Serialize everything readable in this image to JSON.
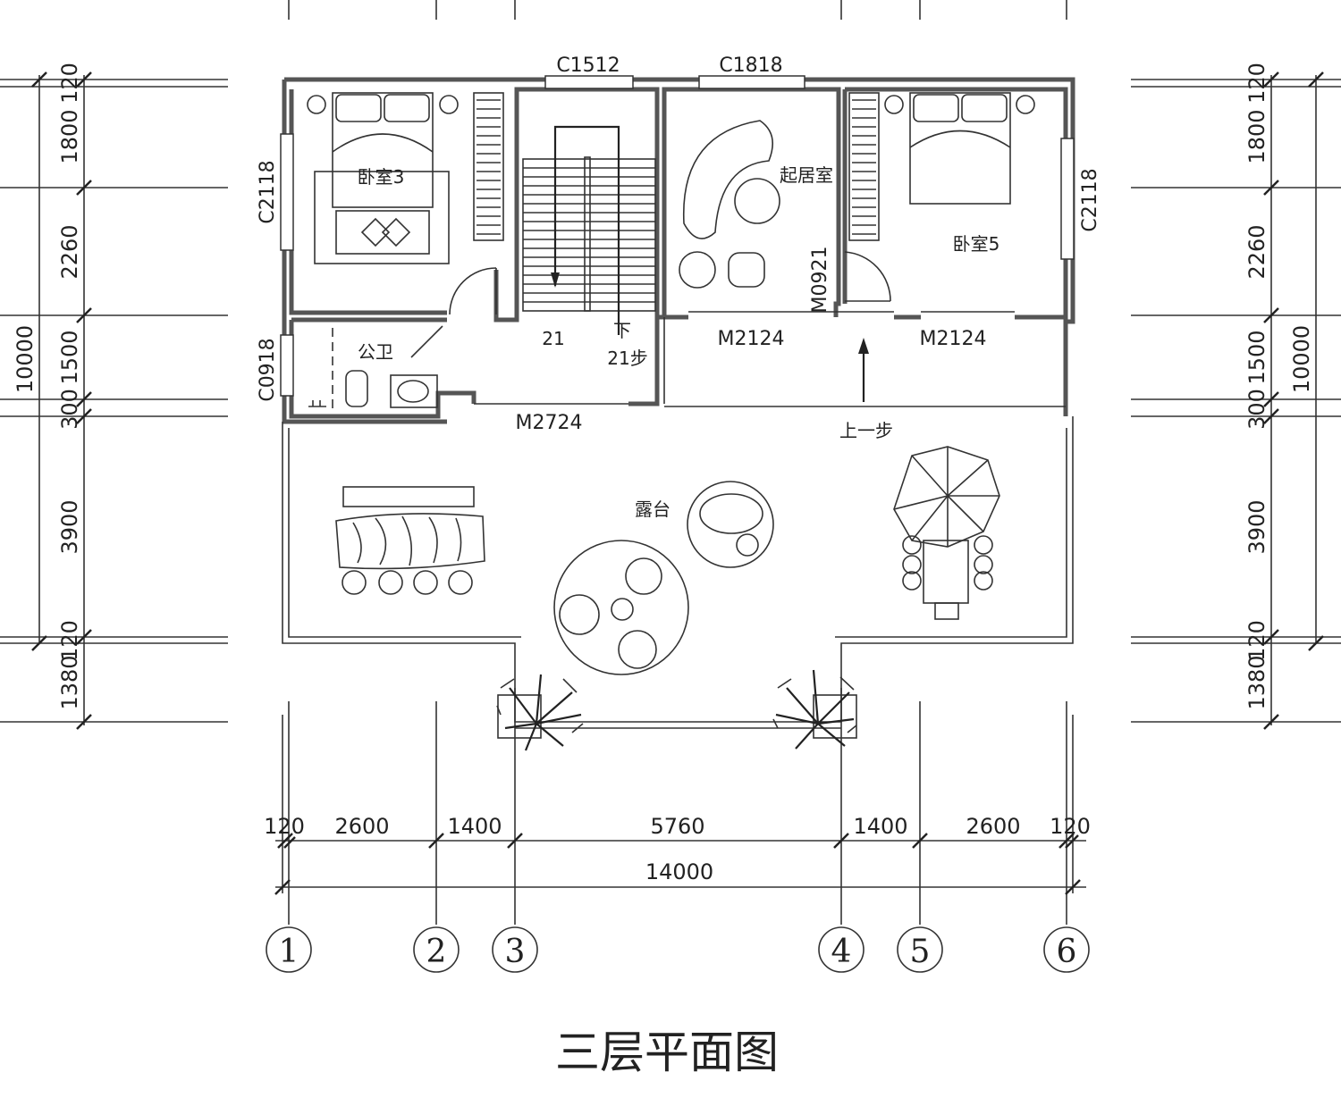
{
  "title": "三层平面图",
  "rooms": {
    "bedroom3": "卧室3",
    "bedroom5": "卧室5",
    "living": "起居室",
    "bathroom": "公卫",
    "terrace": "露台",
    "stair_count": "21",
    "stair_down": "下",
    "stair_steps": "21步",
    "step_up": "上一步"
  },
  "openings": {
    "c1512": "C1512",
    "c1818": "C1818",
    "c2118_left": "C2118",
    "c2118_right": "C2118",
    "c0918": "C0918",
    "m0921": "M0921",
    "m2124_a": "M2124",
    "m2124_b": "M2124",
    "m2724": "M2724"
  },
  "dims_bottom": {
    "segments": [
      "120",
      "2600",
      "1400",
      "5760",
      "1400",
      "2600",
      "120"
    ],
    "total": "14000"
  },
  "dims_left": {
    "segments": [
      "120",
      "1800",
      "2260",
      "1500",
      "300",
      "3900",
      "120",
      "1380"
    ],
    "total": "10000"
  },
  "dims_right": {
    "segments": [
      "120",
      "1800",
      "2260",
      "1500",
      "300",
      "3900",
      "120",
      "1380"
    ],
    "total": "10000"
  },
  "axes": [
    "1",
    "2",
    "3",
    "4",
    "5",
    "6"
  ]
}
